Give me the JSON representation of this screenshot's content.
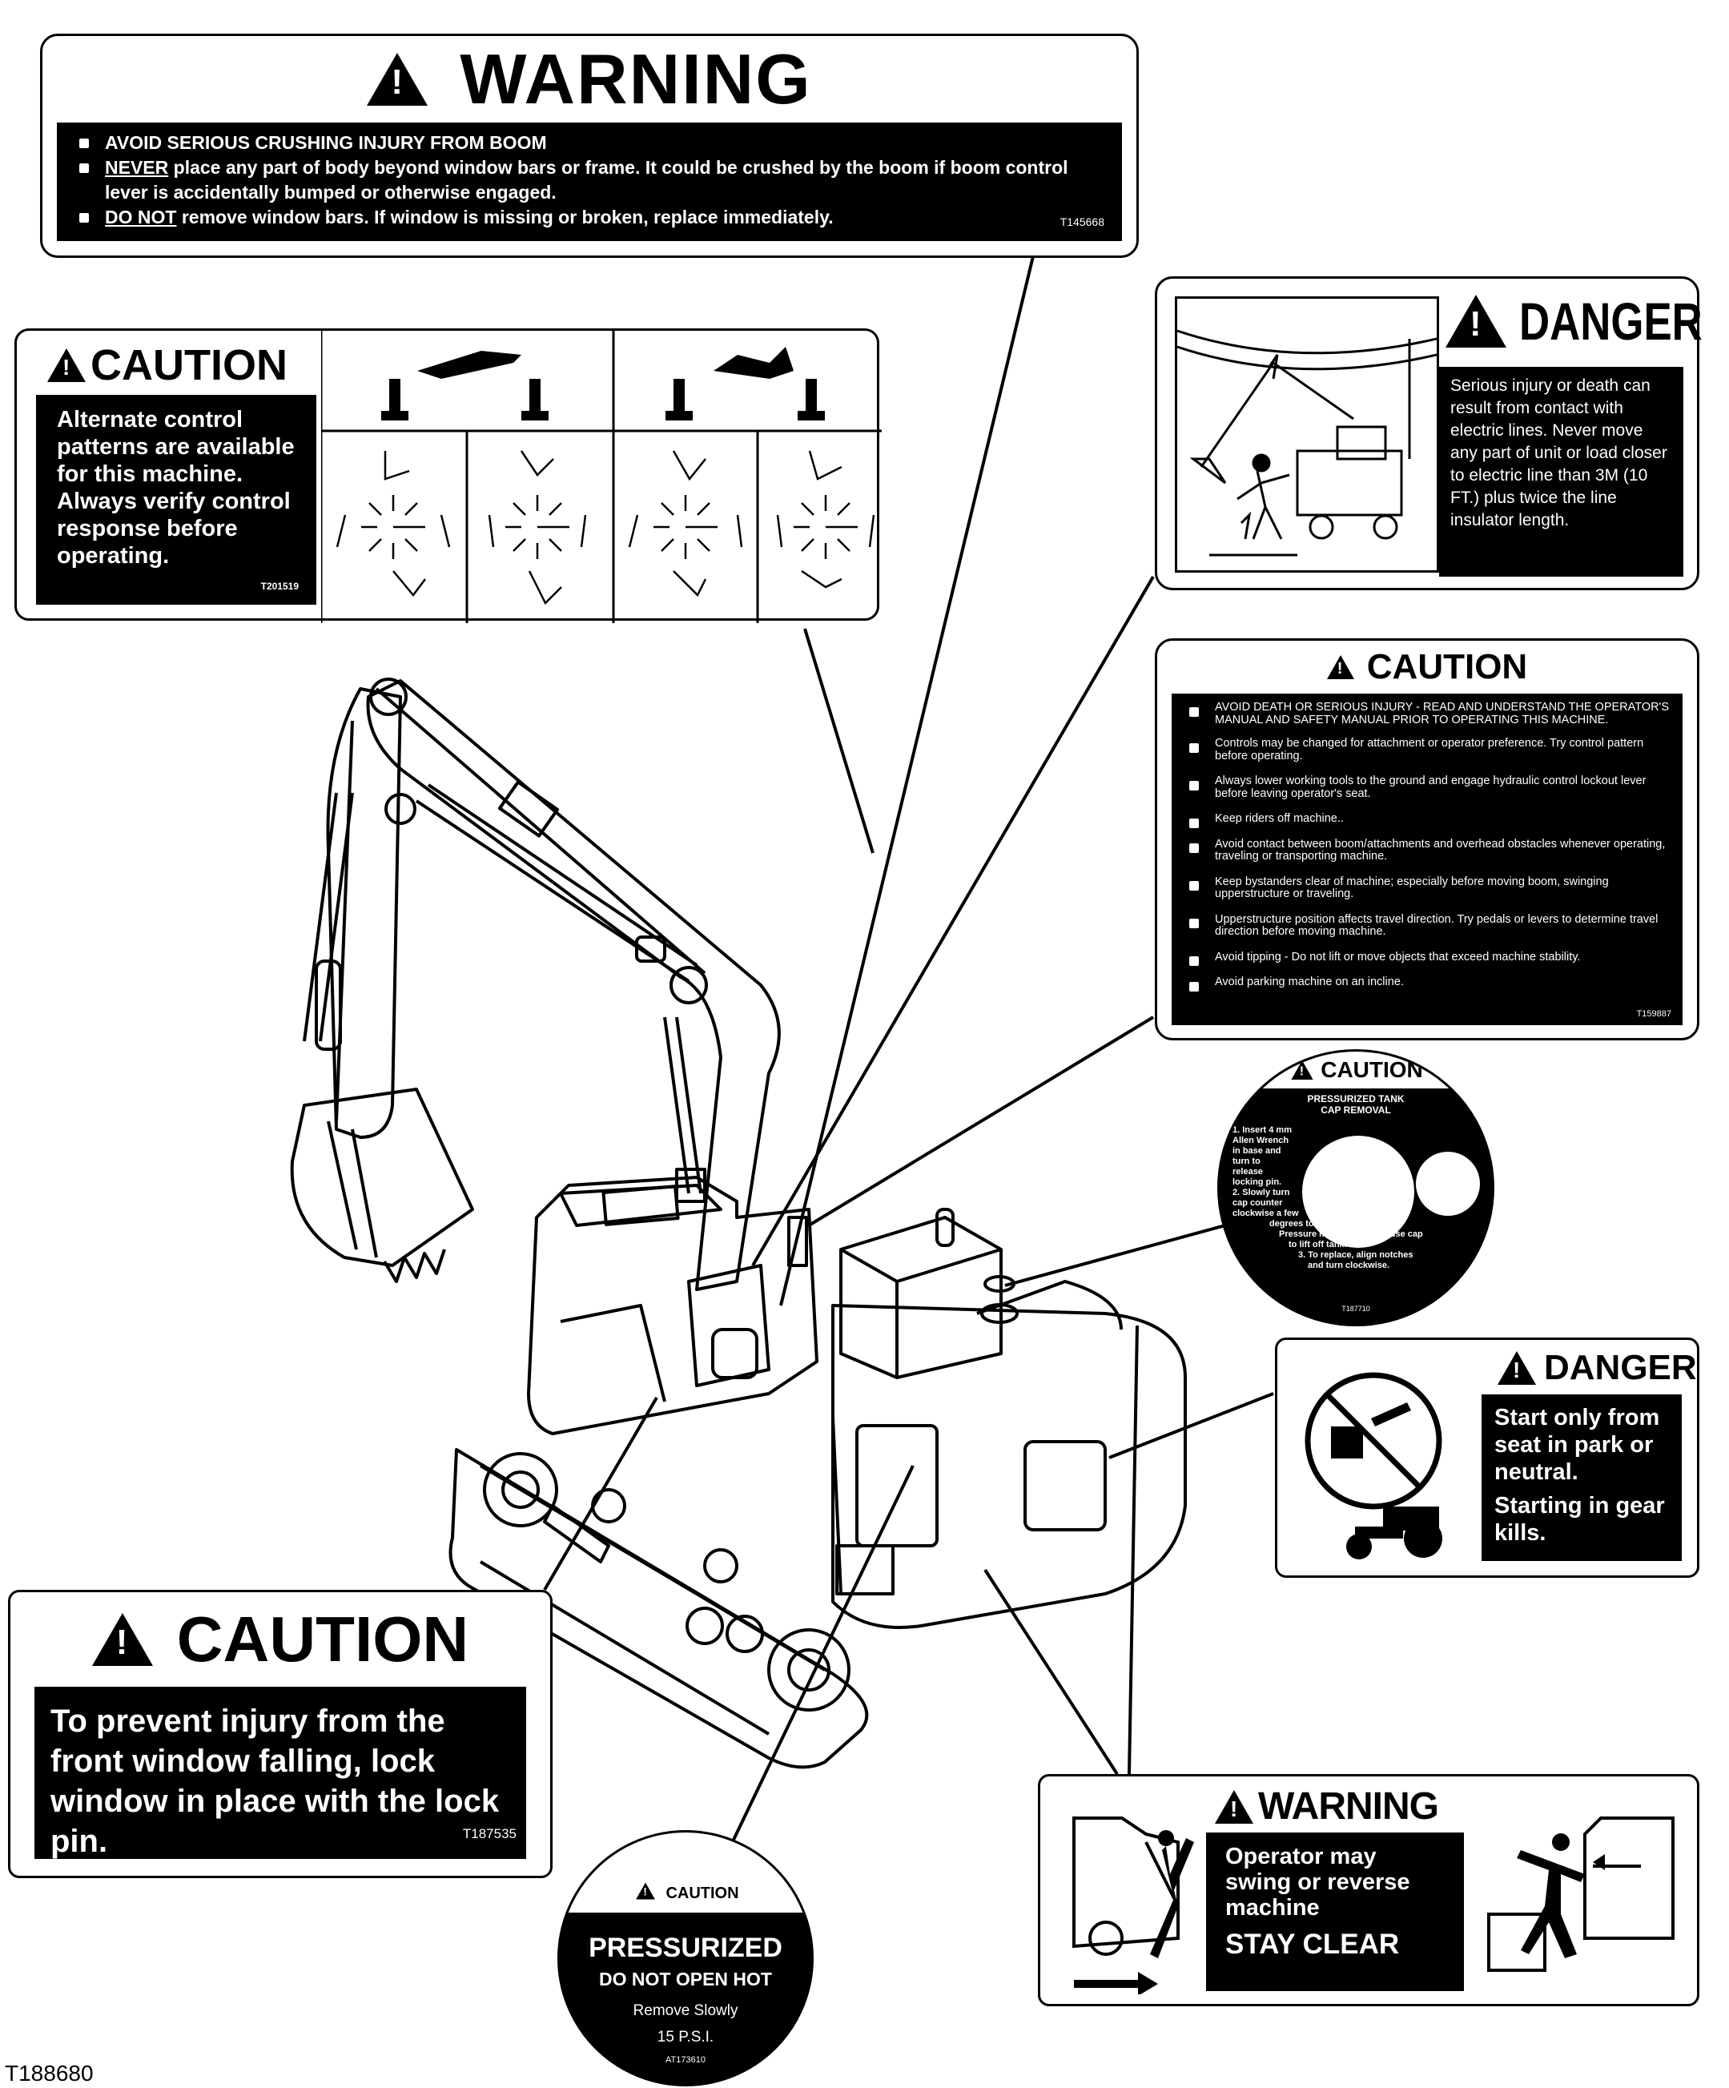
{
  "warning_boom": {
    "heading": "WARNING",
    "bullet1": "AVOID SERIOUS CRUSHING INJURY FROM BOOM",
    "bullet2_emph": "NEVER",
    "bullet2_text": " place any part of body beyond window bars or frame.  It could be crushed by the boom if boom control lever is accidentally bumped or otherwise engaged.",
    "bullet3_emph": "DO NOT",
    "bullet3_text": " remove window bars.  If window is missing or broken,  replace immediately.",
    "code": "T145668"
  },
  "caution_pattern": {
    "heading": "CAUTION",
    "text": "Alternate control patterns are available for this machine.  Always verify control response before operating.",
    "code": "T201519"
  },
  "danger_power": {
    "heading": "DANGER",
    "text": "Serious injury or death can result from contact with electric lines. Never move any part of unit or load closer to electric line than 3M (10 FT.) plus twice the line insulator length."
  },
  "caution_general": {
    "heading": "CAUTION",
    "items": [
      "AVOID DEATH OR SERIOUS INJURY - READ AND UNDERSTAND THE OPERATOR'S MANUAL AND SAFETY MANUAL PRIOR TO OPERATING THIS MACHINE.",
      "Controls may be changed for attachment or operator preference.  Try control pattern before operating.",
      "Always lower working tools to the ground and engage hydraulic control lockout lever before leaving operator's seat.",
      "Keep riders off machine..",
      "Avoid contact between boom/attachments and overhead obstacles whenever operating, traveling or transporting machine.",
      "Keep bystanders clear of machine; especially before moving boom, swinging upperstructure or traveling.",
      "Upperstructure position affects travel direction.  Try pedals or levers to determine travel direction before moving machine.",
      "Avoid tipping - Do not lift or move objects that exceed machine stability.",
      "Avoid parking machine on an incline."
    ],
    "code": "T159887"
  },
  "caution_tank": {
    "heading": "CAUTION",
    "title_line1": "PRESSURIZED TANK",
    "title_line2": "CAP REMOVAL",
    "step_lines": [
      "1. Insert 4 mm",
      "Allen Wrench",
      "in base and",
      "turn to",
      "release",
      "locking pin.",
      "2. Slowly turn",
      "cap counter",
      "clockwise a few",
      "degrees to relieve pressure.",
      "Pressure may suddenly cause cap",
      "to lift off tank.",
      "3. To replace, align notches",
      "and turn clockwise."
    ],
    "code": "T187710"
  },
  "danger_start": {
    "heading": "DANGER",
    "text1": "Start only from seat in park or neutral.",
    "text2": "Starting in gear kills."
  },
  "caution_window": {
    "heading": "CAUTION",
    "text": "To prevent injury from the front window falling, lock window in place with the lock pin.",
    "code": "T187535"
  },
  "caution_pressurized": {
    "heading": "CAUTION",
    "line1": "PRESSURIZED",
    "line2": "DO NOT OPEN HOT",
    "line3": "Remove Slowly",
    "line4": "15 P.S.I.",
    "code": "AT173610"
  },
  "warning_swing": {
    "heading": "WARNING",
    "text": "Operator may swing or reverse machine",
    "stay_clear": "STAY CLEAR"
  },
  "figure_code": "T188680"
}
